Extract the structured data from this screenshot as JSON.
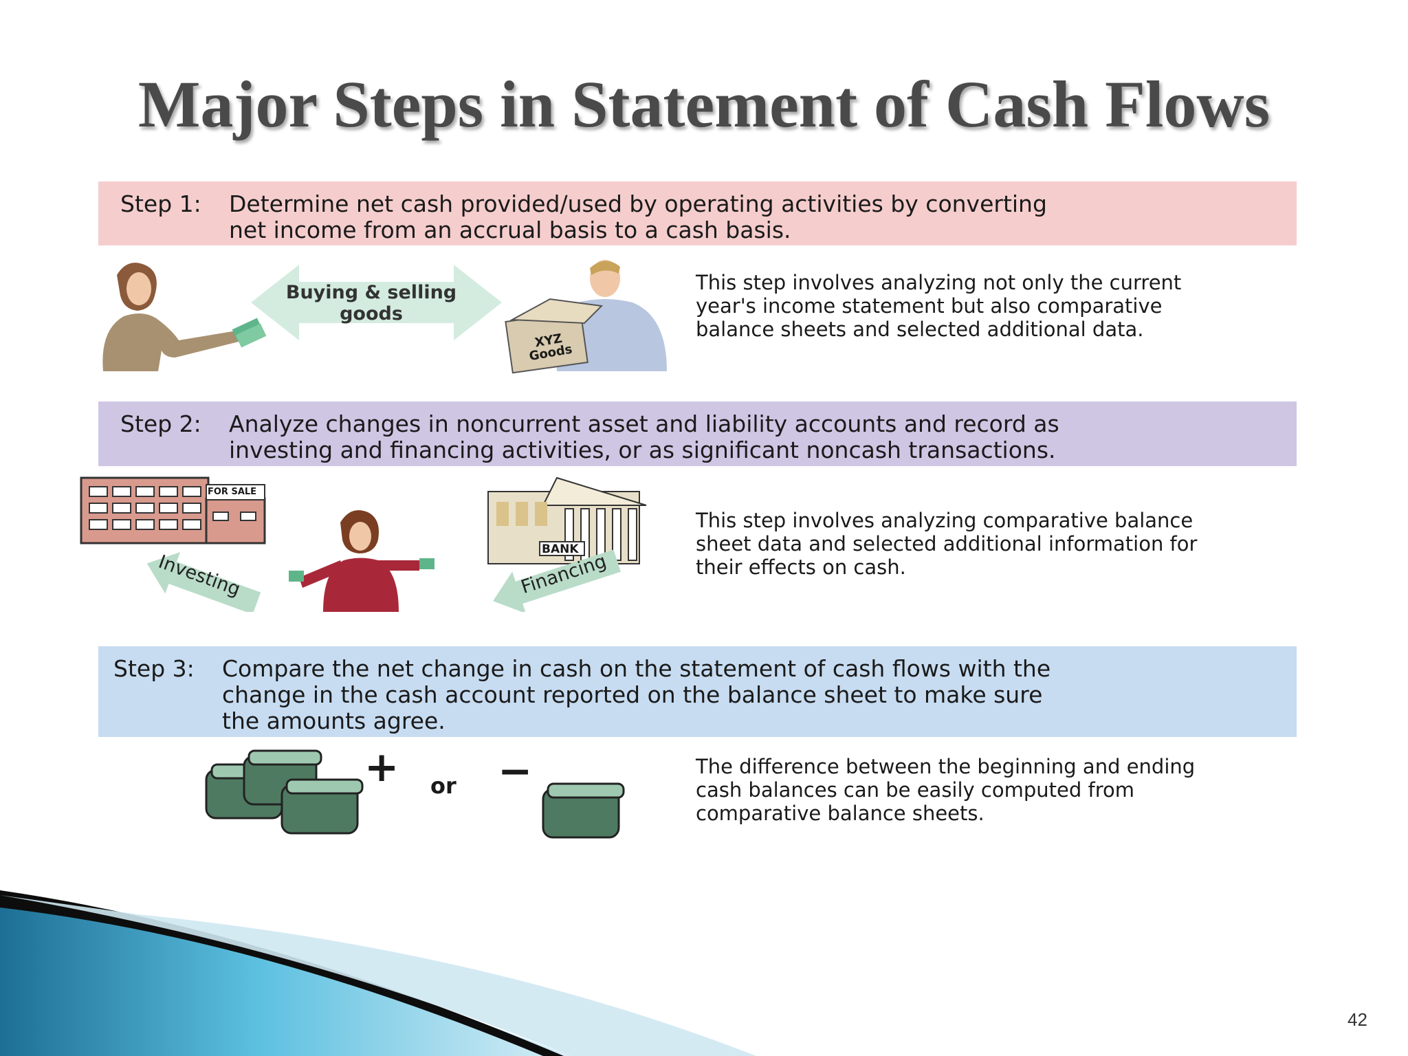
{
  "title": "Major Steps in Statement of Cash Flows",
  "steps": [
    {
      "label": "Step 1:",
      "line1": "Determine net cash provided/used by operating activities by converting",
      "line2": "net income from an accrual basis to a cash basis.",
      "description": "This step involves analyzing not only the current year's income statement but also comparative balance sheets and selected additional data.",
      "color": "#f5cdcd"
    },
    {
      "label": "Step 2:",
      "line1": "Analyze changes in noncurrent asset and liability accounts and record as",
      "line2": "investing and financing activities, or as significant noncash transactions.",
      "description": "This step involves analyzing comparative balance sheet data and selected additional information for their effects on cash.",
      "color": "#cfc6e4"
    },
    {
      "label": "Step 3:",
      "line1": "Compare the net change in cash on the statement of cash flows with the",
      "line2": "change in the cash account reported on the balance sheet to make sure",
      "line3": "the amounts agree.",
      "description": "The difference between the beginning and ending cash balances can be easily computed from comparative balance sheets.",
      "color": "#c7dcf1"
    }
  ],
  "illustrations": {
    "step1_arrow_line1": "Buying & selling",
    "step1_arrow_line2": "goods",
    "box_label_1": "XYZ",
    "box_label_2": "Goods",
    "for_sale": "FOR SALE",
    "bank": "BANK",
    "investing": "Investing",
    "financing": "Financing",
    "plus": "+",
    "or": "or",
    "minus": "−"
  },
  "page_number": "42",
  "accent_color": "#2a8fb8"
}
